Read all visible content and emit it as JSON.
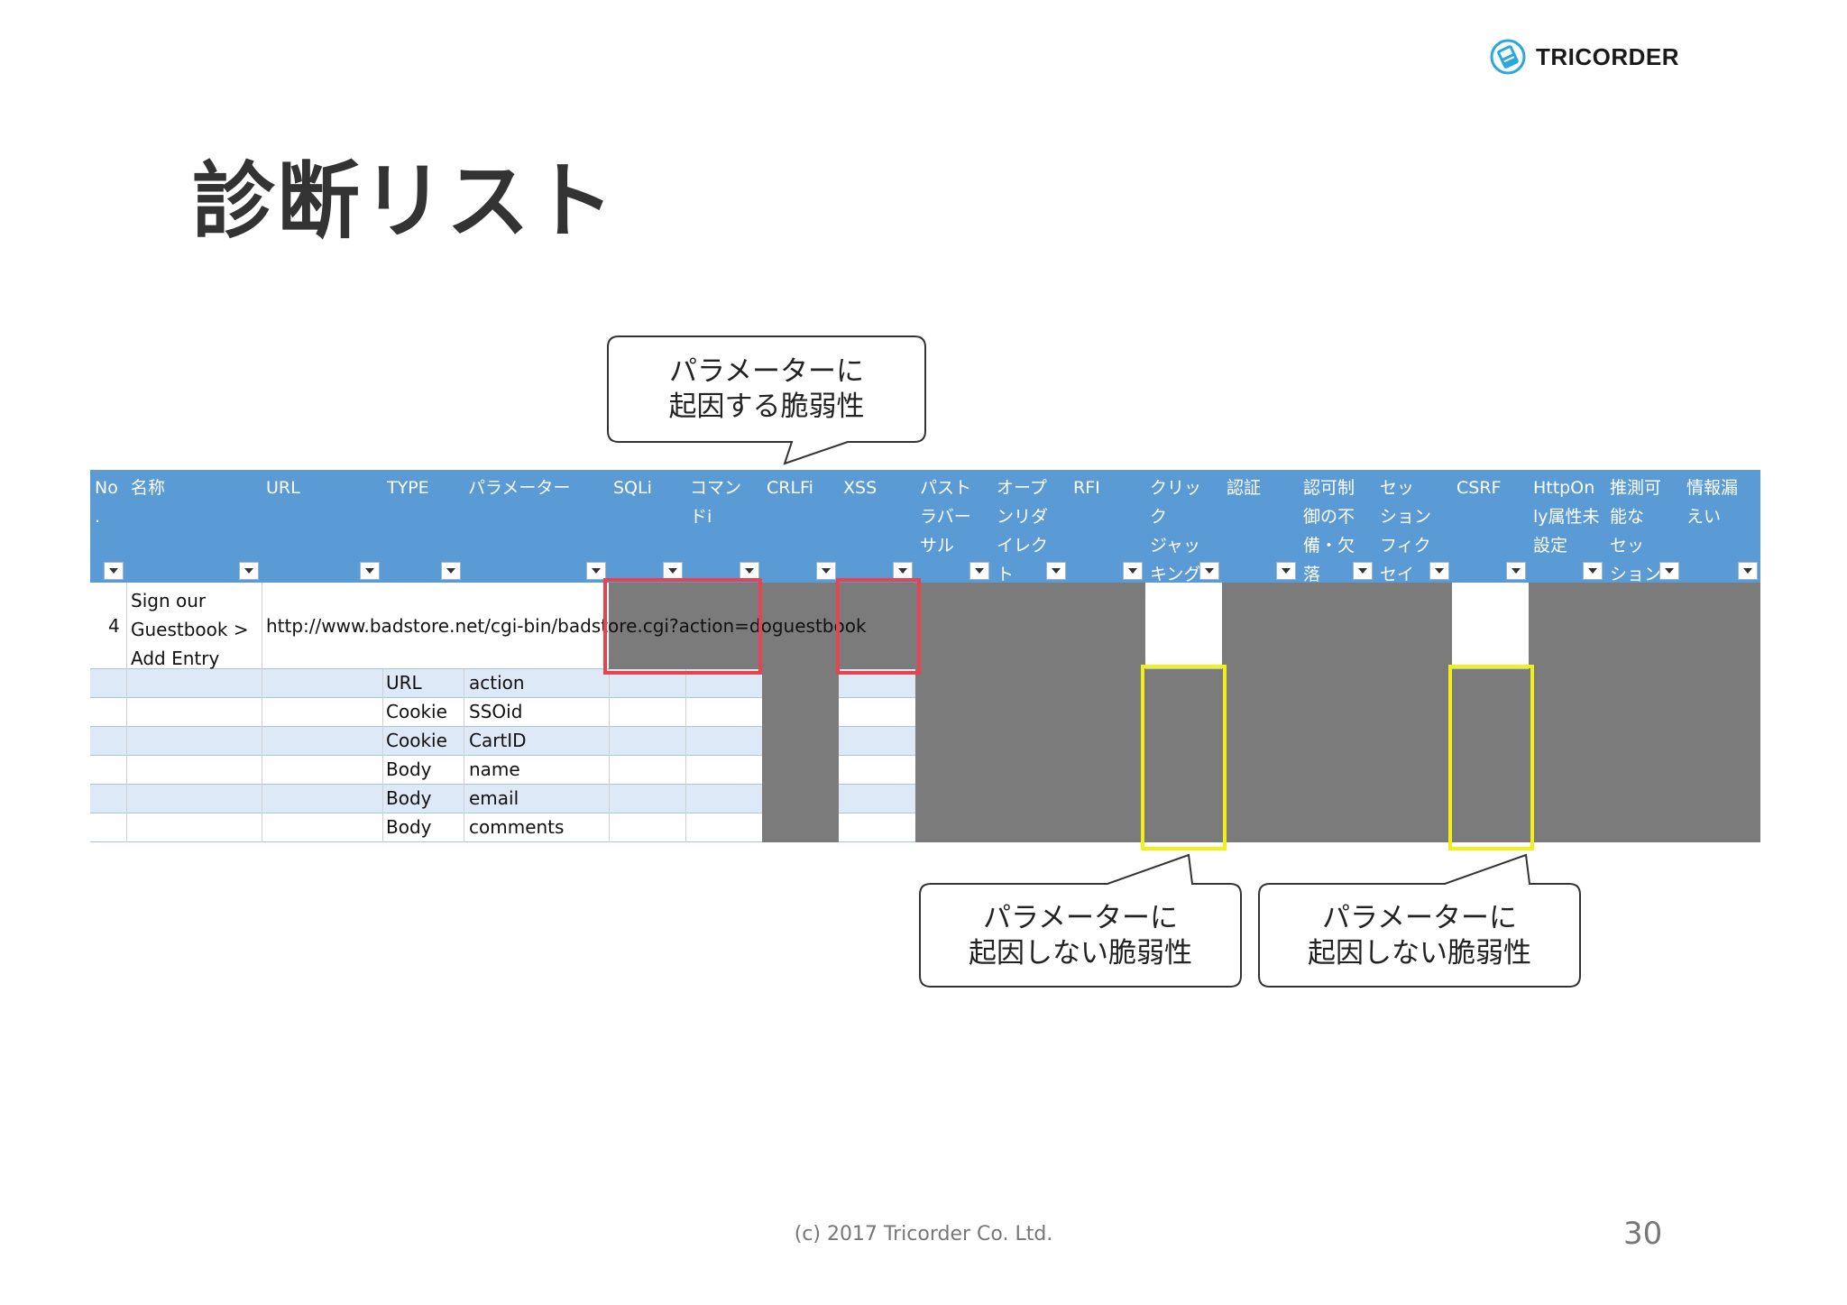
{
  "logo": {
    "text": "TRICORDER",
    "icon": "tricorder-logo-icon"
  },
  "slide_title": "診断リスト",
  "table": {
    "headers": [
      {
        "id": "no",
        "label": "No\n."
      },
      {
        "id": "name",
        "label": "名称"
      },
      {
        "id": "url",
        "label": "URL"
      },
      {
        "id": "type",
        "label": "TYPE"
      },
      {
        "id": "param",
        "label": "パラメーター"
      },
      {
        "id": "sqli",
        "label": "SQLi"
      },
      {
        "id": "cmdi",
        "label": "コマン\nドi"
      },
      {
        "id": "crlfi",
        "label": "CRLFi"
      },
      {
        "id": "xss",
        "label": "XSS"
      },
      {
        "id": "pathtrav",
        "label": "パスト\nラバー\nサル"
      },
      {
        "id": "openredirect",
        "label": "オープ\nンリダ\nイレク\nト"
      },
      {
        "id": "rfi",
        "label": "RFI"
      },
      {
        "id": "clickjack",
        "label": "クリッ\nク\nジャッ\nキング"
      },
      {
        "id": "auth",
        "label": "認証"
      },
      {
        "id": "authz",
        "label": "認可制\n御の不\n備・欠\n落"
      },
      {
        "id": "sessionfix",
        "label": "セッ\nション\nフィク\nセイ"
      },
      {
        "id": "csrf",
        "label": "CSRF"
      },
      {
        "id": "httponly",
        "label": "HttpOn\nly属性未\n設定"
      },
      {
        "id": "predictable",
        "label": "推測可\n能な\nセッ\nション"
      },
      {
        "id": "infoleak",
        "label": "情報漏\nえい"
      }
    ],
    "main_row": {
      "no": "4",
      "name": "Sign our\nGuestbook >\nAdd Entry",
      "url": "http://www.badstore.net/cgi-bin/badstore.cgi?action=doguestbook"
    },
    "param_rows": [
      {
        "type": "URL",
        "param": "action"
      },
      {
        "type": "Cookie",
        "param": "SSOid"
      },
      {
        "type": "Cookie",
        "param": "CartID"
      },
      {
        "type": "Body",
        "param": "name"
      },
      {
        "type": "Body",
        "param": "email"
      },
      {
        "type": "Body",
        "param": "comments"
      }
    ]
  },
  "callouts": {
    "param_caused": "パラメーターに\n起因する脆弱性",
    "not_param_caused_1": "パラメーターに\n起因しない脆弱性",
    "not_param_caused_2": "パラメーターに\n起因しない脆弱性"
  },
  "colors": {
    "header_blue": "#5b9bd5",
    "alt_row": "#dde9f6",
    "gray_fill": "#7b7b7b",
    "red_highlight": "#e8444f",
    "yellow_highlight": "#f5ef19"
  },
  "footer": {
    "copyright": "(c) 2017 Tricorder Co. Ltd.",
    "page_number": "30"
  }
}
